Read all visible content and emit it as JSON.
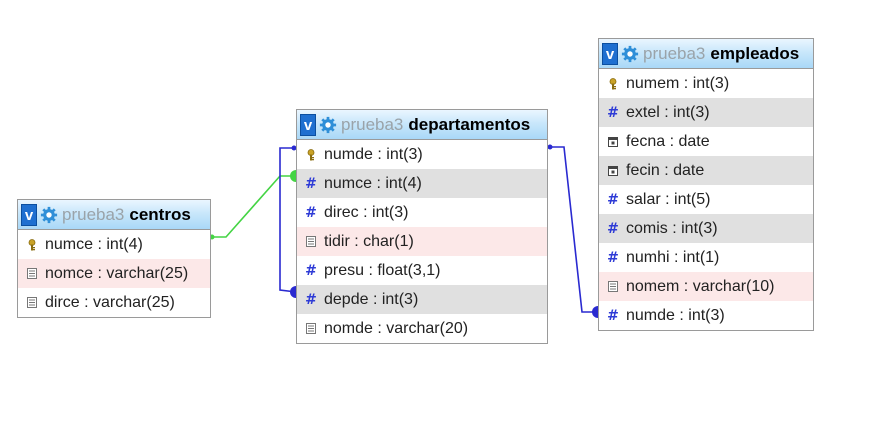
{
  "diagram": {
    "tables": [
      {
        "id": "centros",
        "database": "prueba3",
        "name": "centros",
        "toggle_label": "v",
        "columns": [
          {
            "label": "numce : int(4)",
            "icon": "primary-key-icon",
            "style": "plain"
          },
          {
            "label": "nomce : varchar(25)",
            "icon": "text-field-icon",
            "style": "text"
          },
          {
            "label": "dirce : varchar(25)",
            "icon": "text-field-icon",
            "style": "plain"
          }
        ]
      },
      {
        "id": "departamentos",
        "database": "prueba3",
        "name": "departamentos",
        "toggle_label": "v",
        "columns": [
          {
            "label": "numde : int(3)",
            "icon": "primary-key-icon",
            "style": "plain"
          },
          {
            "label": "numce : int(4)",
            "icon": "numeric-field-icon",
            "style": "alt"
          },
          {
            "label": "direc : int(3)",
            "icon": "numeric-field-icon",
            "style": "plain"
          },
          {
            "label": "tidir : char(1)",
            "icon": "text-field-icon",
            "style": "text"
          },
          {
            "label": "presu : float(3,1)",
            "icon": "numeric-field-icon",
            "style": "plain"
          },
          {
            "label": "depde : int(3)",
            "icon": "numeric-field-icon",
            "style": "alt"
          },
          {
            "label": "nomde : varchar(20)",
            "icon": "text-field-icon",
            "style": "plain"
          }
        ]
      },
      {
        "id": "empleados",
        "database": "prueba3",
        "name": "empleados",
        "toggle_label": "v",
        "columns": [
          {
            "label": "numem : int(3)",
            "icon": "primary-key-icon",
            "style": "plain"
          },
          {
            "label": "extel : int(3)",
            "icon": "numeric-field-icon",
            "style": "alt"
          },
          {
            "label": "fecna : date",
            "icon": "date-field-icon",
            "style": "plain"
          },
          {
            "label": "fecin : date",
            "icon": "date-field-icon",
            "style": "alt"
          },
          {
            "label": "salar : int(5)",
            "icon": "numeric-field-icon",
            "style": "plain"
          },
          {
            "label": "comis : int(3)",
            "icon": "numeric-field-icon",
            "style": "alt"
          },
          {
            "label": "numhi : int(1)",
            "icon": "numeric-field-icon",
            "style": "plain"
          },
          {
            "label": "nomem : varchar(10)",
            "icon": "text-field-icon",
            "style": "text"
          },
          {
            "label": "numde : int(3)",
            "icon": "numeric-field-icon",
            "style": "plain"
          }
        ]
      }
    ],
    "relations": [
      {
        "from_table": "centros",
        "from_column": "numce",
        "to_table": "departamentos",
        "to_column": "numce",
        "color": "#44d444"
      },
      {
        "from_table": "departamentos",
        "from_column": "numde",
        "to_table": "departamentos",
        "to_column": "depde",
        "color": "#2a2ad0"
      },
      {
        "from_table": "departamentos",
        "from_column": "numde",
        "to_table": "empleados",
        "to_column": "numde",
        "color": "#2a2ad0"
      }
    ],
    "colors": {
      "header_gradient_top": "#eaf6ff",
      "header_gradient_bottom": "#a9d8f7",
      "toggle_button": "#1e6fd0",
      "row_numeric_alt": "#e0e0e0",
      "row_text_highlight": "#fce8e8",
      "numeric_icon": "#2e3bd6"
    }
  }
}
